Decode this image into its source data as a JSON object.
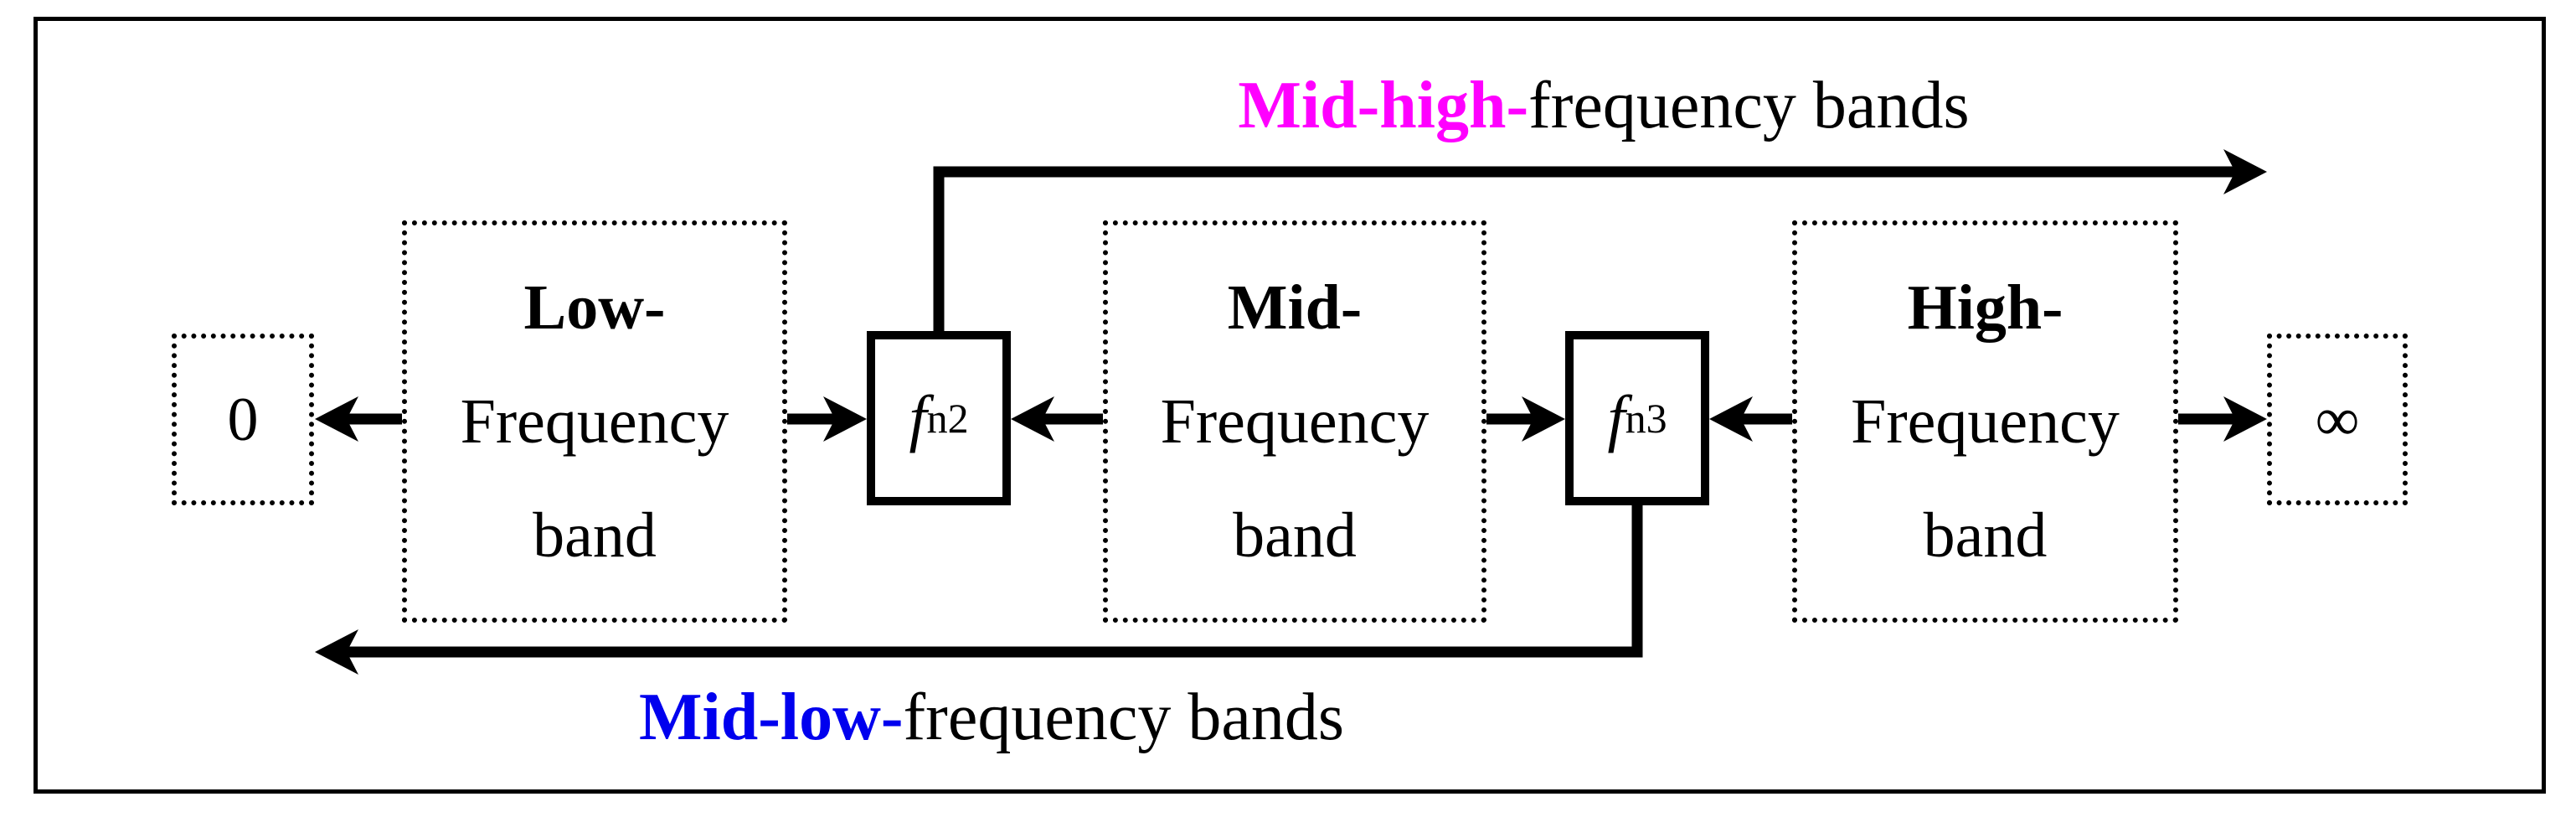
{
  "figure": {
    "top_flow_label": {
      "highlight": "Mid-high-",
      "rest": "frequency bands",
      "highlight_color": "#FF00FF"
    },
    "bottom_flow_label": {
      "highlight": "Mid-low-",
      "rest": "frequency bands",
      "highlight_color": "#0000EE"
    },
    "nodes": {
      "zero": {
        "label": "0"
      },
      "low_band": {
        "line1": "Low-",
        "line2": "Frequency",
        "line3": "band"
      },
      "fn2": {
        "f": "f",
        "sub": "n2"
      },
      "mid_band": {
        "line1": "Mid-",
        "line2": "Frequency",
        "line3": "band"
      },
      "fn3": {
        "f": "f",
        "sub": "n3"
      },
      "high_band": {
        "line1": "High-",
        "line2": "Frequency",
        "line3": "band"
      },
      "infinity": {
        "label": "∞"
      }
    },
    "colors": {
      "line": "#000000",
      "mid_high_highlight": "#FF00FF",
      "mid_low_highlight": "#0000EE",
      "background": "#FFFFFF"
    }
  }
}
